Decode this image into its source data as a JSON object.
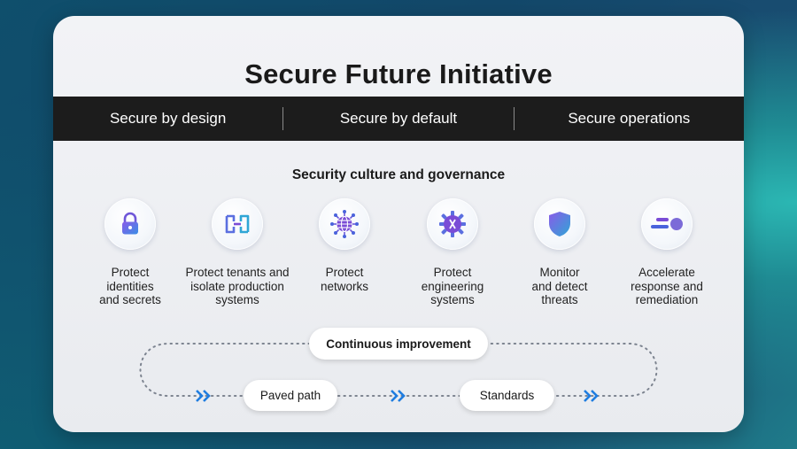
{
  "title": "Secure Future Initiative",
  "pillars": [
    "Secure by design",
    "Secure by default",
    "Secure operations"
  ],
  "culture_heading": "Security culture and governance",
  "items": [
    {
      "icon": "lock-icon",
      "label": "Protect\nidentities\nand secrets"
    },
    {
      "icon": "tenant-isolation-icon",
      "label": "Protect tenants and\nisolate production\nsystems"
    },
    {
      "icon": "network-globe-icon",
      "label": "Protect\nnetworks"
    },
    {
      "icon": "engineering-gear-icon",
      "label": "Protect\nengineering\nsystems"
    },
    {
      "icon": "shield-icon",
      "label": "Monitor\nand detect\nthreats"
    },
    {
      "icon": "accelerate-response-icon",
      "label": "Accelerate\nresponse and\nremediation"
    }
  ],
  "process": {
    "top": "Continuous improvement",
    "left": "Paved path",
    "right": "Standards"
  },
  "colors": {
    "accent_purple": "#7a4cd6",
    "accent_blue": "#2f7fe6",
    "accent_teal": "#1fb3c4",
    "band": "#1c1c1c",
    "chevron": "#1f7de0"
  }
}
